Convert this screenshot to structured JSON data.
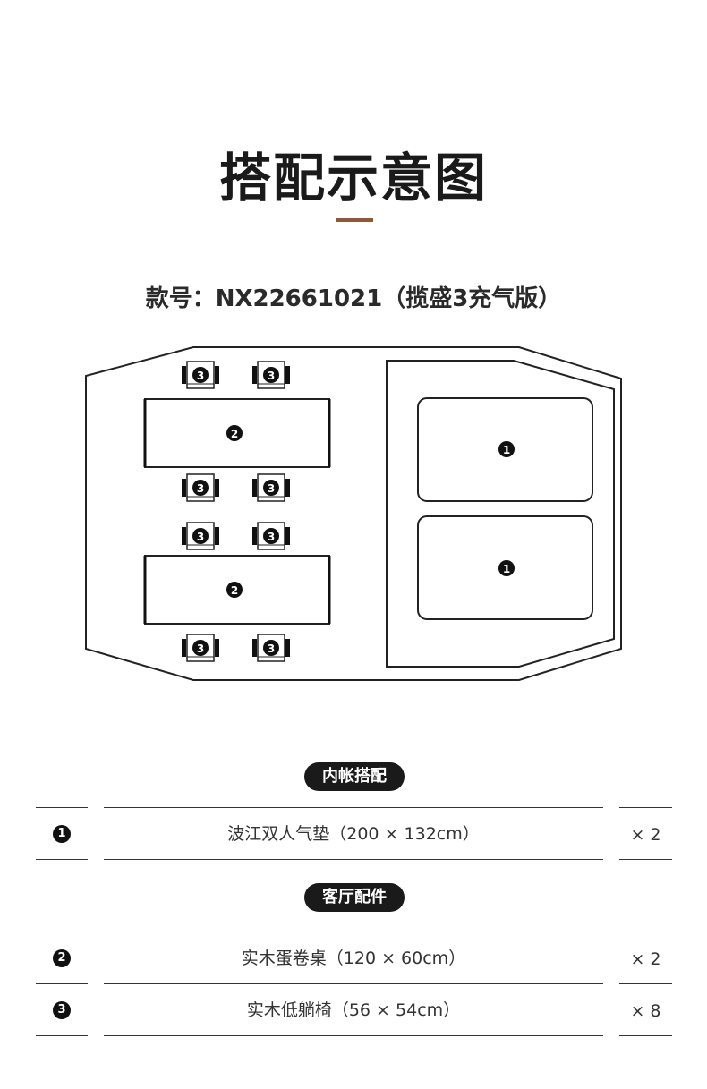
{
  "header": {
    "title": "搭配示意图",
    "model": "款号：NX22661021（揽盛3充气版）",
    "accent_color": "#8a5a3a"
  },
  "plan": {
    "bed_badge": "1",
    "table_badge": "2",
    "chair_badge": "3"
  },
  "sections": [
    {
      "title": "内帐搭配",
      "items": [
        {
          "badge": "1",
          "name": "波江双人气垫（200 × 132cm）",
          "qty": "× 2"
        }
      ]
    },
    {
      "title": "客厅配件",
      "items": [
        {
          "badge": "2",
          "name": "实木蛋卷桌（120 × 60cm）",
          "qty": "× 2"
        },
        {
          "badge": "3",
          "name": "实木低躺椅（56 × 54cm）",
          "qty": "× 8"
        }
      ]
    }
  ]
}
